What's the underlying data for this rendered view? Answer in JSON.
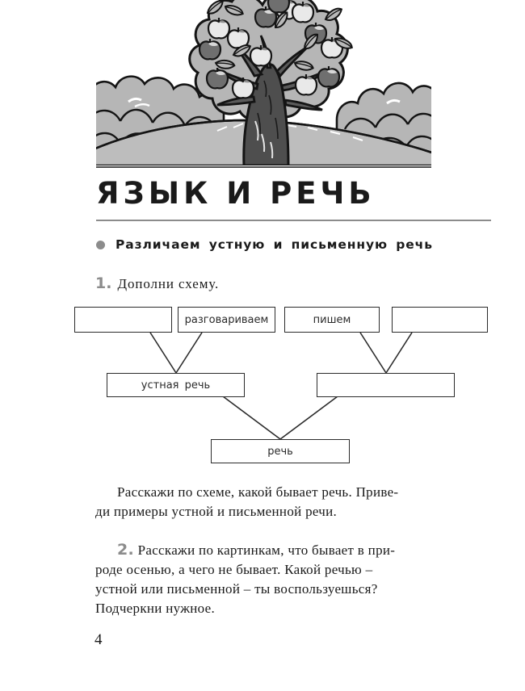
{
  "illustration": {
    "alt_name": "apple-tree-autumn-scene",
    "colors": {
      "foliage_gray": "#b3b3b3",
      "ground_gray": "#b8b8b8",
      "outline": "#1a1a1a",
      "trunk_dark": "#4a4a4a",
      "apple_light": "#e8e8e8",
      "apple_dark": "#6e6e6e"
    }
  },
  "header": {
    "title": "ЯЗЫК И РЕЧЬ",
    "subtitle": "Различаем устную и письменную речь",
    "bullet": "section-bullet"
  },
  "exercise1": {
    "number": "1.",
    "prompt": "Дополни схему."
  },
  "diagram": {
    "top_row": [
      {
        "label": "",
        "empty": true
      },
      {
        "label": "разговариваем",
        "empty": false
      },
      {
        "label": "пишем",
        "empty": false
      },
      {
        "label": "",
        "empty": true
      }
    ],
    "middle_row": [
      {
        "label": "устная  речь",
        "empty": false
      },
      {
        "label": "",
        "empty": true
      }
    ],
    "bottom_row": [
      {
        "label": "речь",
        "empty": false
      }
    ]
  },
  "paragraph1": {
    "lines": [
      "Расскажи по схеме, какой бывает речь. Приве-",
      "ди примеры устной и письменной речи."
    ]
  },
  "exercise2": {
    "number": "2.",
    "lines": [
      "Расскажи по картинкам, что бывает в при-",
      "роде осенью, а чего не бывает. Какой речью –",
      "устной или письменной – ты воспользуешься?",
      "Подчеркни нужное."
    ]
  },
  "footer": {
    "page_number": "4"
  }
}
